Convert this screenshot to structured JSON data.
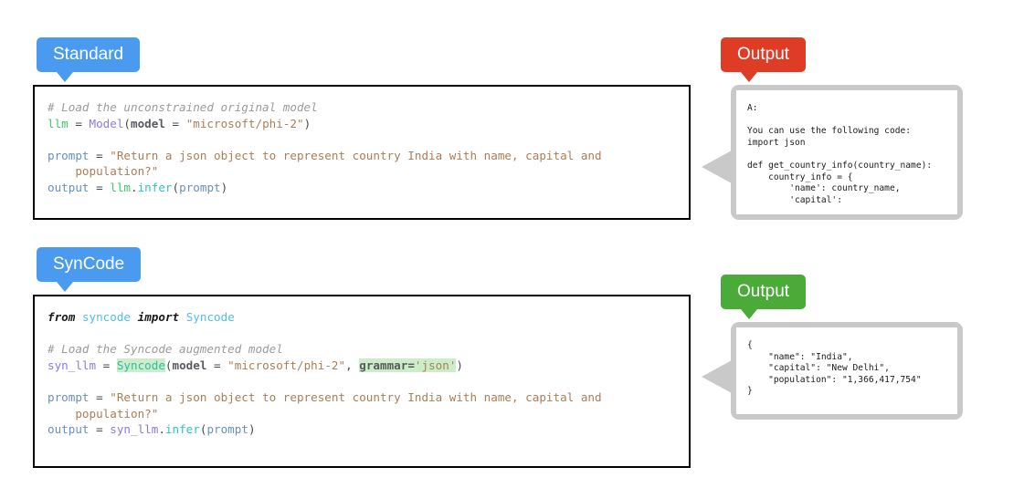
{
  "sections": [
    {
      "id": "standard",
      "tag_label": "Standard",
      "tag_color": "#4a9bf0",
      "output_tag_label": "Output",
      "output_tag_color": "#df3c26",
      "code_lines": [
        "# Load the unconstrained original model",
        "llm = Model(model = \"microsoft/phi-2\")",
        "",
        "prompt = \"Return a json object to represent country India with name, capital and",
        "    population?\"",
        "output = llm.infer(prompt)"
      ],
      "output_lines": [
        "A:",
        "",
        "You can use the following code:",
        "import json",
        "",
        "def get_country_info(country_name):",
        "    country_info = {",
        "        'name': country_name,",
        "        'capital':"
      ]
    },
    {
      "id": "syncode",
      "tag_label": "SynCode",
      "tag_color": "#4a9bf0",
      "output_tag_label": "Output",
      "output_tag_color": "#4aab38",
      "code_lines": [
        "from syncode import Syncode",
        "",
        "# Load the Syncode augmented model",
        "syn_llm = Syncode(model = \"microsoft/phi-2\", grammar='json')",
        "",
        "prompt = \"Return a json object to represent country India with name, capital and",
        "    population?\"",
        "output = syn_llm.infer(prompt)"
      ],
      "output_lines": [
        "{",
        "    \"name\": \"India\",",
        "    \"capital\": \"New Delhi\",",
        "    \"population\": \"1,366,417,754\"",
        "}"
      ],
      "highlight_text": "grammar='json'",
      "highlight_color": "#cbeec9"
    }
  ],
  "tokens": {
    "comment_1": "# Load the unconstrained original model",
    "comment_2": "# Load the Syncode augmented model",
    "llm": "llm",
    "syn_llm": "syn_llm",
    "model_cls": "Model",
    "syncode_cls": "Syncode",
    "kwarg_model": "model",
    "model_path": "\"microsoft/phi-2\"",
    "grammar_kwarg": "grammar=",
    "grammar_value": "'json'",
    "prompt_var": "prompt",
    "output_var": "output",
    "infer": "infer",
    "kw_from": "from",
    "kw_import": "import",
    "mod_syncode": "syncode",
    "prompt_str_1": "\"Return a json object to represent country India with name, capital and",
    "prompt_str_2": "population?\"",
    "eq": " = ",
    "open_paren": "(",
    "close_paren": ")",
    "dot": ".",
    "comma_sp": ", "
  }
}
